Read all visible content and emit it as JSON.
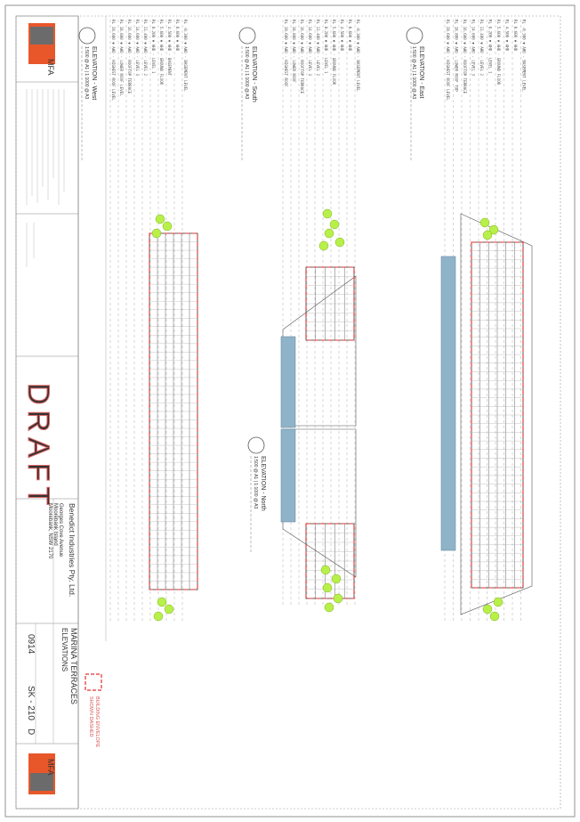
{
  "titleblock": {
    "client": "Benedict Industries Pty. Ltd.",
    "address": [
      "Georges Cove Avenue",
      "Moorebank Island",
      "Moorebank, NSW 2170"
    ],
    "project": "MARINA TERRACES",
    "sheet_title": "ELEVATIONS",
    "job_no": "0914",
    "drawing_no": "SK - 210",
    "revision": "D",
    "draft_stamp": "DRAFT",
    "logo_text": "MFA"
  },
  "legend": {
    "line1": "BUILDING ENVELOPE",
    "line2": "SHOWN DASHED"
  },
  "elevations": {
    "east": {
      "title": "ELEVATION - East",
      "scale": "1:500 @ A1 | 1:1000 @ A3"
    },
    "south": {
      "title": "ELEVATION - South",
      "scale": "1:500 @ A1 | 1:1000 @ A3"
    },
    "north": {
      "title": "ELEVATION - North",
      "scale": "1:500 @ A1 | 1:1000 @ A3"
    },
    "west": {
      "title": "ELEVATION - West",
      "scale": "1:500 @ A1 | 1:1000 @ A3"
    }
  },
  "levels_east": [
    "RL 19.600 ▼ AHD - HIGHEST ROOF LEVEL",
    "RL 18.800 ▼ AHD - LOWER ROOF TOP",
    "RL 16.600 ▼ AHD - ROOFTOP TERRACE",
    "RL 14.600 ▼ AHD - LEVEL 3",
    "RL 11.400 ▼ AHD - LEVEL 2",
    "RL 8.200 ▼ AHD - LEVEL 1",
    "RL 5.600 ▼ AHD - GROUND FLOOR",
    "RL 4.500 ▼ AHD",
    "RL 0.600 ▼ AHD",
    "RL -0.300 ▼ AHD - BASEMENT LEVEL"
  ],
  "levels_south": [
    "RL 19.600 ▼ AHD - HIGHEST ROOF",
    "RL 18.800 ▼ AHD - LOWER ROOF",
    "RL 16.600 ▼ AHD - ROOFTOP TERRACE",
    "RL 14.600 ▼ AHD - LEVEL 3",
    "RL 11.400 ▼ AHD - LEVEL 2",
    "RL 8.200 ▼ AHD - LEVEL 1",
    "RL 5.600 ▼ AHD - GROUND FLOOR",
    "RL 4.500 ▼ AHD",
    "RL 0.600 ▼ AHD",
    "RL -0.300 ▼ AHD - BASEMENT LEVEL"
  ],
  "levels_west": [
    "RL 19.600 ▼ AHD - HIGHEST ROOF LEVEL",
    "RL 18.800 ▼ AHD - LOWER ROOF LEVEL",
    "RL 16.600 ▼ AHD - ROOFTOP TERRACE",
    "RL 14.600 ▼ AHD - LEVEL 3",
    "RL 11.400 ▼ AHD - LEVEL 2",
    "RL 8.200 ▼ AHD - LEVEL 1",
    "RL 5.600 ▼ AHD - GROUND FLOOR",
    "RL 4.500 ▼ AHD - BASEMENT",
    "RL 0.600 ▼ AHD",
    "RL -0.300 ▼ AHD - BASEMENT LEVEL"
  ]
}
